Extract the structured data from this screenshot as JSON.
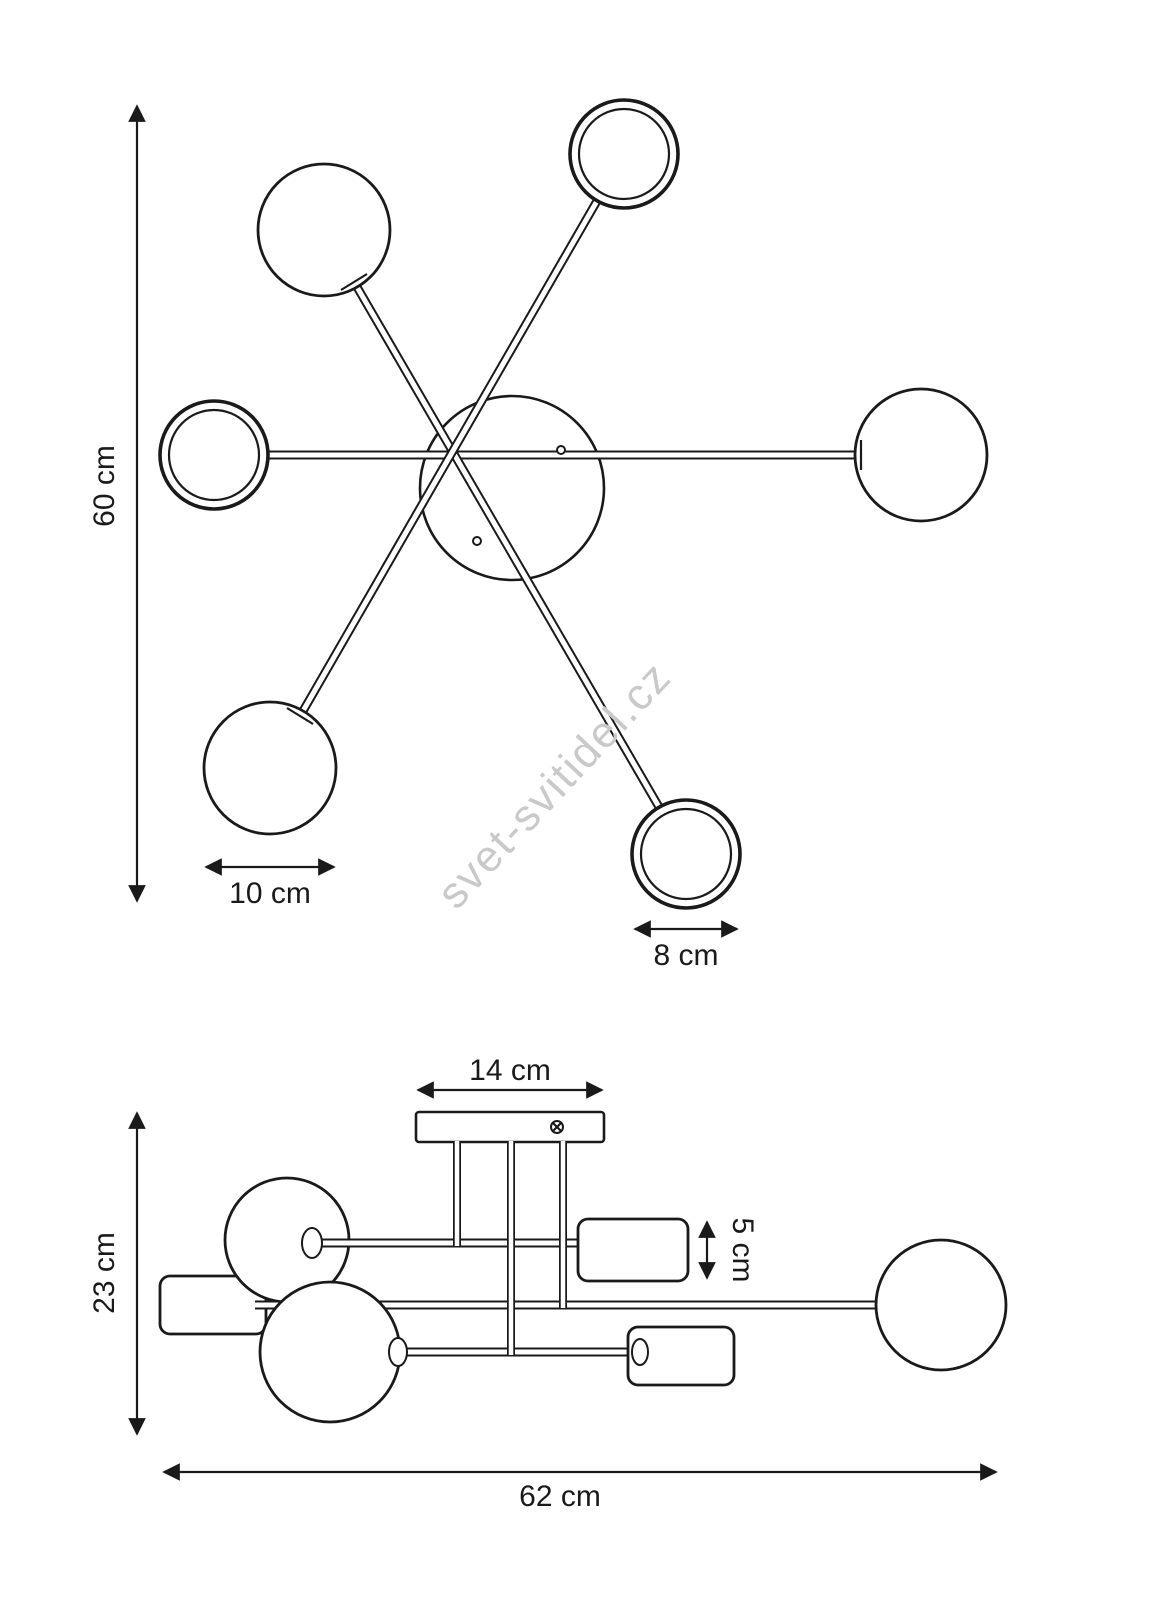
{
  "colors": {
    "background": "#ffffff",
    "line": "#1a1a1a",
    "watermark": "#c9c9c9"
  },
  "watermark": "svet-svitidel.cz",
  "top_view": {
    "dim_height_label": "60 cm",
    "dim_globe_label": "10 cm",
    "dim_ring_label": "8 cm"
  },
  "side_view": {
    "dim_canopy_label": "14 cm",
    "dim_socket_label": "5 cm",
    "dim_height_label": "23 cm",
    "dim_width_label": "62 cm"
  }
}
